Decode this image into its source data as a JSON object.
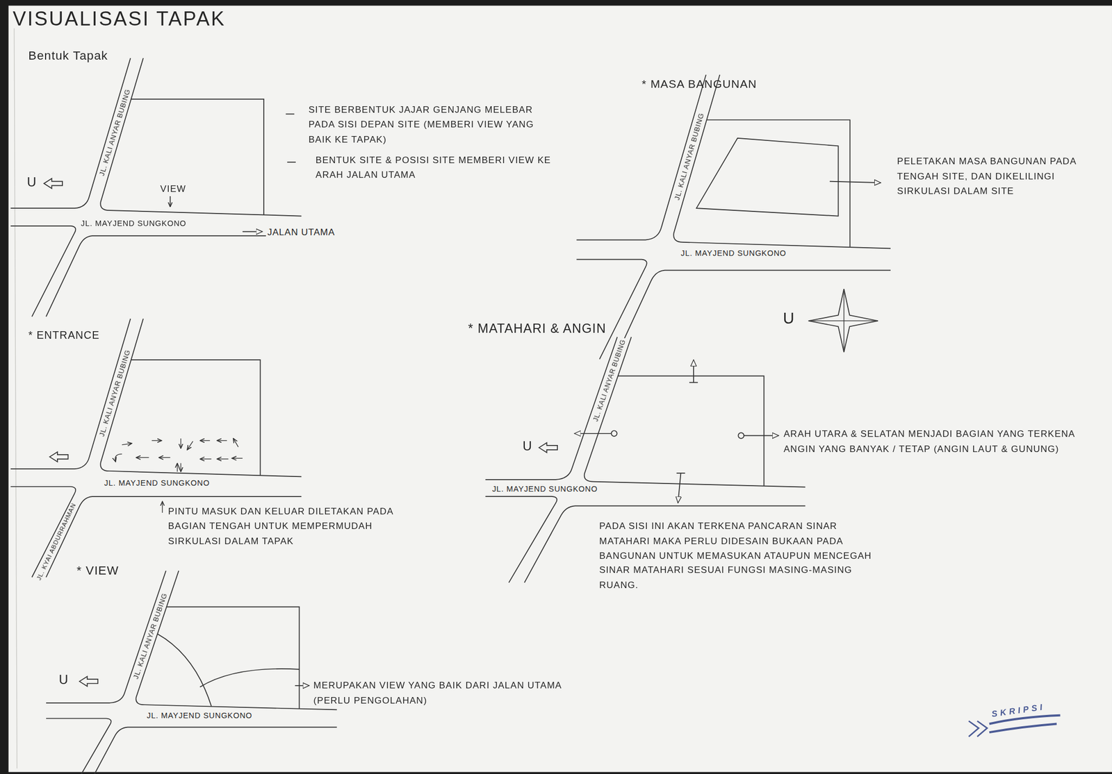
{
  "diagram": {
    "title": "VISUALISASI TAPAK",
    "labels": [
      "Bentuk Tapak",
      "JL. KALI ANYAR BUBING",
      "U",
      "VIEW",
      "JL. MAYJEND SUNGKONO",
      "JALAN UTAMA",
      "SITE BERBENTUK JAJAR GENJANG MELEBAR PADA SISI DEPAN SITE (MEMBERI VIEW YANG BAIK KE TAPAK)",
      "BENTUK SITE & POSISI SITE MEMBERI VIEW KE ARAH JALAN UTAMA",
      "* ENTRANCE",
      "JL. KALI ANYAR BUBING",
      "JL. MAYJEND SUNGKONO",
      "JL. KYAI ABDURRAHMAN",
      "PINTU MASUK DAN KELUAR DILETAKAN PADA BAGIAN TENGAH UNTUK MEMPERMUDAH SIRKULASI DALAM TAPAK",
      "* VIEW",
      "U",
      "JL. KALI ANYAR BUBING",
      "JL. MAYJEND SUNGKONO",
      "MERUPAKAN VIEW YANG BAIK DARI JALAN UTAMA (PERLU PENGOLAHAN)",
      "* MASA BANGUNAN",
      "JL. KALI ANYAR BUBING",
      "JL. MAYJEND SUNGKONO",
      "PELETAKAN MASA BANGUNAN PADA TENGAH SITE, DAN DIKELILINGI SIRKULASI DALAM SITE",
      "U",
      "* MATAHARI & ANGIN",
      "JL. KALI ANYAR BUBING",
      "U",
      "ARAH UTARA & SELATAN MENJADI BAGIAN YANG TERKENA ANGIN YANG BANYAK / TETAP (ANGIN LAUT & GUNUNG)",
      "JL. MAYJEND SUNGKONO",
      "PADA SISI INI AKAN TERKENA PANCARAN SINAR MATAHARI MAKA PERLU DIDESAIN BUKAAN PADA BANGUNAN UNTUK MEMASUKAN ATAUPUN MENCEGAH SINAR MATAHARI SESUAI FUNGSI MASING-MASING RUANG.",
      "SKRIPSI"
    ]
  }
}
